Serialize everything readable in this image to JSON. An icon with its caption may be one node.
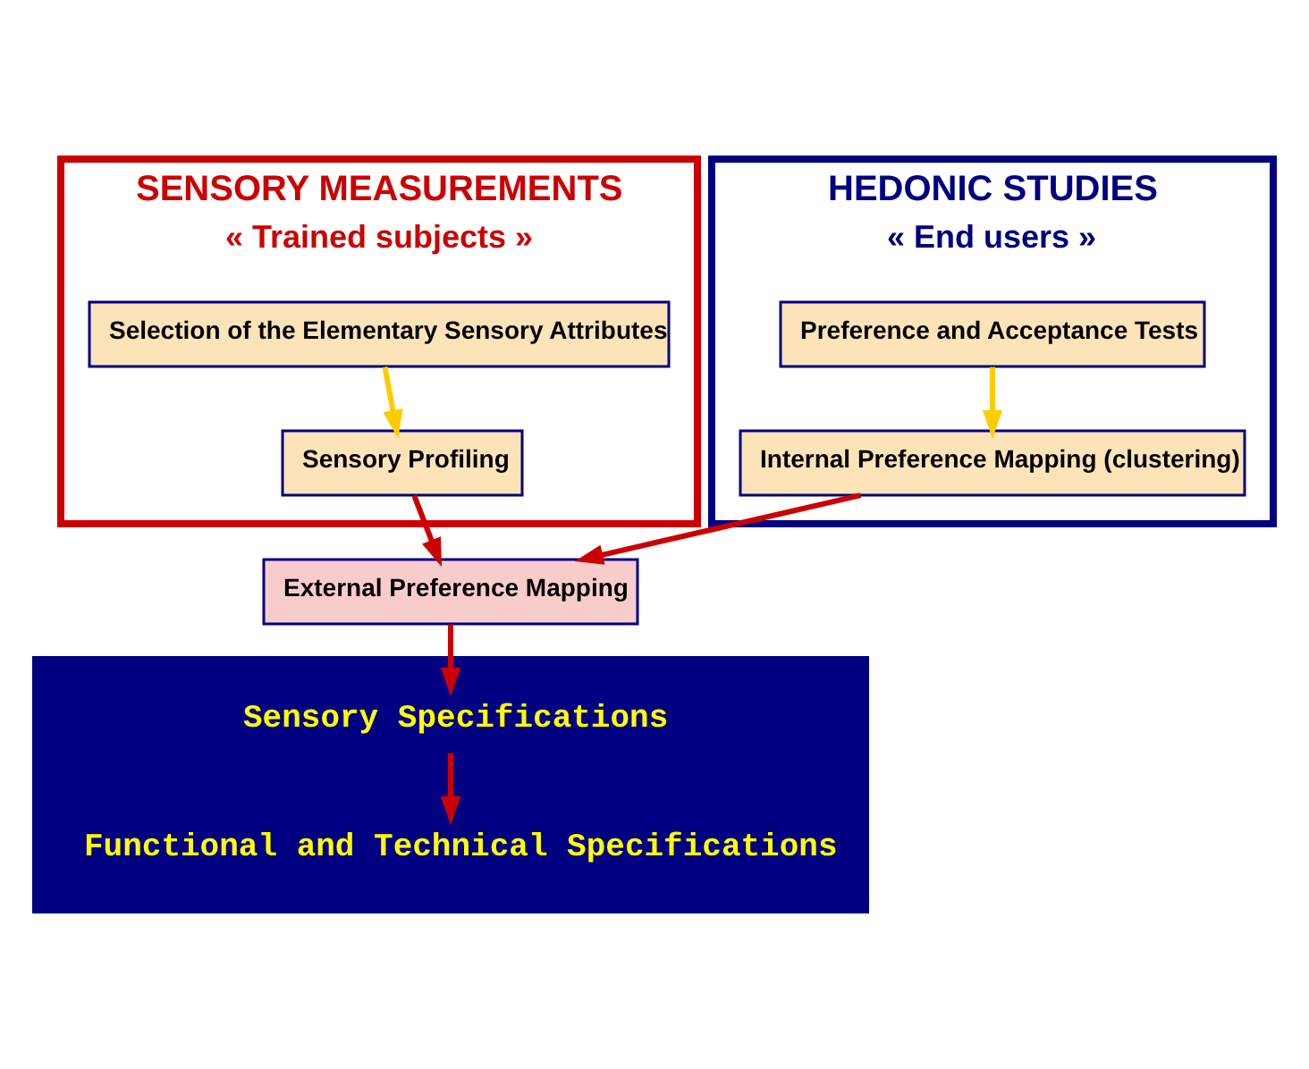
{
  "diagram": {
    "nodes": [
      {
        "text": [
          "SENSORY MEASUREMENTS",
          "« Trained subjects »"
        ]
      },
      {
        "text": [
          "Selection of the Elementary Sensory Attributes"
        ],
        "in": 0
      },
      {
        "text": [
          "Sensory Profiling"
        ],
        "in": 0
      },
      {
        "text": [
          "HEDONIC STUDIES",
          "« End users »"
        ]
      },
      {
        "text": [
          "Preference and Acceptance Tests"
        ],
        "in": 3
      },
      {
        "text": [
          "Internal Preference Mapping (clustering)"
        ],
        "in": 3
      },
      {
        "text": [
          "External Preference Mapping"
        ]
      },
      {
        "text": [],
        "shape": "box"
      },
      {
        "text": [
          "Sensory Specifications"
        ],
        "in": 7
      },
      {
        "text": [
          "Functional and Technical Specifications"
        ],
        "in": 7
      }
    ],
    "edges": [
      {
        "from": 1,
        "to": 2,
        "arrow": "to",
        "color": "#ffcc00"
      },
      {
        "from": 4,
        "to": 5,
        "arrow": "to",
        "color": "#ffcc00"
      },
      {
        "from": 2,
        "to": 6,
        "arrow": "to"
      },
      {
        "from": 5,
        "to": 6,
        "arrow": "to"
      },
      {
        "from": 6,
        "to": 8,
        "arrow": "to"
      },
      {
        "from": 8,
        "to": 9,
        "arrow": "to"
      }
    ]
  }
}
